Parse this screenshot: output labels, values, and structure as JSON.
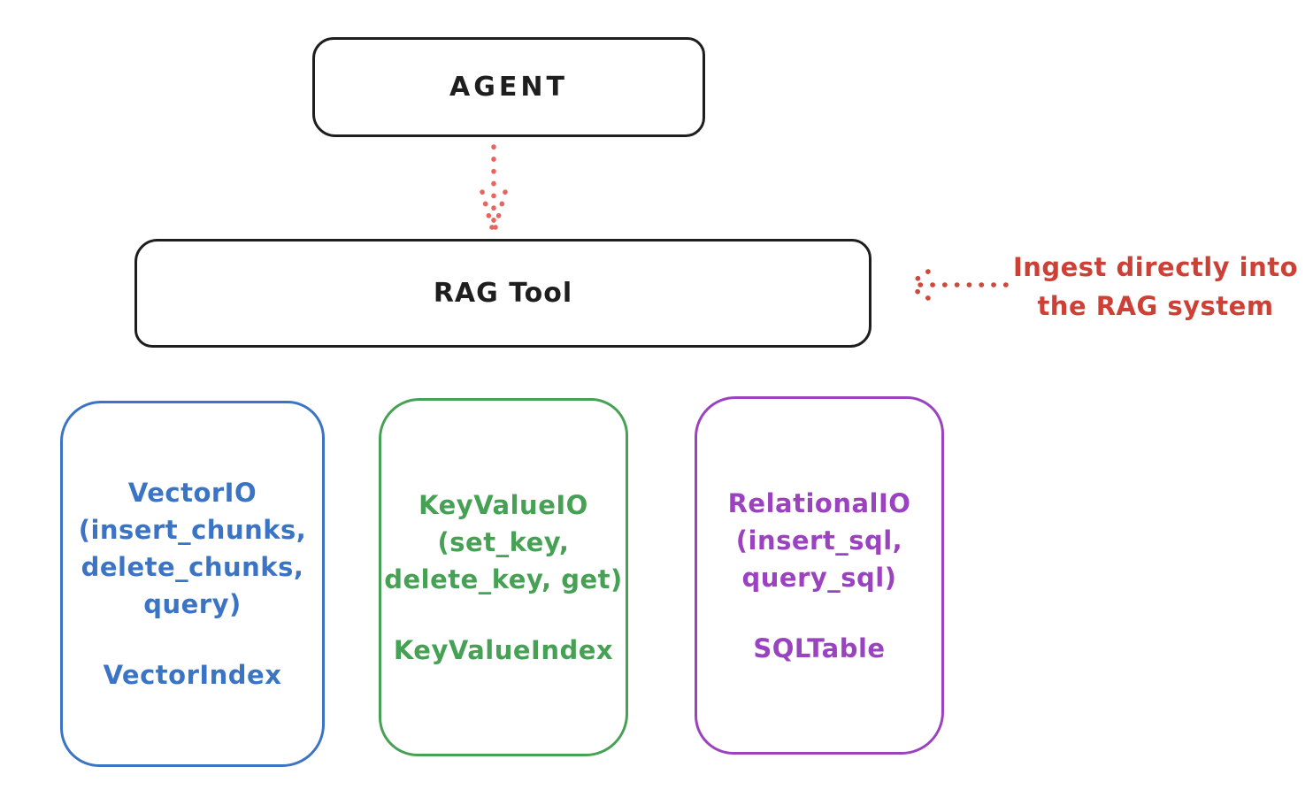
{
  "diagram": {
    "agent_box": {
      "label": "AGENT"
    },
    "rag_box": {
      "label": "RAG Tool"
    },
    "flow_arrow": {
      "icon": "dotted-down-arrow-icon",
      "from": "AGENT",
      "to": "RAG Tool"
    },
    "annotation": {
      "icon": "dotted-left-arrow-icon",
      "line1": "Ingest directly into",
      "line2": "the RAG system",
      "points_to": "RAG Tool"
    },
    "io_boxes": [
      {
        "name": "VectorIO",
        "lines": [
          "VectorIO",
          "(insert_chunks,",
          "delete_chunks,",
          "query)"
        ],
        "index_label": "VectorIndex",
        "color": "#3b74c5"
      },
      {
        "name": "KeyValueIO",
        "lines": [
          "KeyValueIO",
          "(set_key,",
          "delete_key, get)"
        ],
        "index_label": "KeyValueIndex",
        "color": "#47a155"
      },
      {
        "name": "RelationalIO",
        "lines": [
          "RelationalIO",
          "(insert_sql,",
          "query_sql)"
        ],
        "index_label": "SQLTable",
        "color": "#9b42c0"
      }
    ],
    "colors": {
      "box_border": "#1e1e1e",
      "annotation_red": "#cd4036",
      "arrow_red_light": "#e8655f",
      "arrow_red": "#cc4a3c",
      "background": "#ffffff"
    }
  }
}
